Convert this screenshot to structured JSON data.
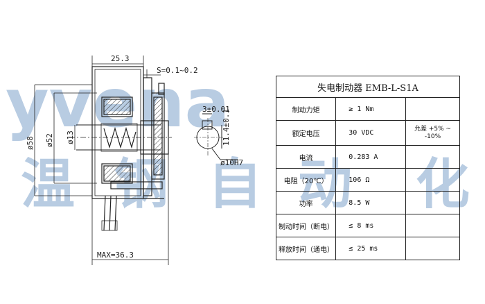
{
  "watermark": {
    "latin": "yvena",
    "chinese": [
      "温",
      "钢",
      "自",
      "动",
      "化"
    ]
  },
  "dimensions": {
    "width_top": "25.3",
    "gap": "S=0.1~0.2",
    "dia_58": "ø58",
    "dia_52": "ø52",
    "dia_13": "ø13",
    "key_width": "3±0.01",
    "key_depth": "11.4±0.1",
    "bore": "ø10H7",
    "max_length": "MAX=36.3"
  },
  "spec_table": {
    "title": "失电制动器 EMB-L-S1A",
    "rows": [
      {
        "label": "制动力矩",
        "value": "≥ 1 Nm",
        "remark": ""
      },
      {
        "label": "额定电压",
        "value": "30 VDC",
        "remark": "允差 +5% ~ -10%"
      },
      {
        "label": "电流",
        "value": "0.283 A",
        "remark": ""
      },
      {
        "label": "电阻（20℃）",
        "value": "106 Ω",
        "remark": ""
      },
      {
        "label": "功率",
        "value": "8.5 W",
        "remark": ""
      },
      {
        "label": "制动时间（断电）",
        "value": "≤ 8 ms",
        "remark": ""
      },
      {
        "label": "释放时间（通电）",
        "value": "≤ 25 ms",
        "remark": ""
      }
    ]
  }
}
